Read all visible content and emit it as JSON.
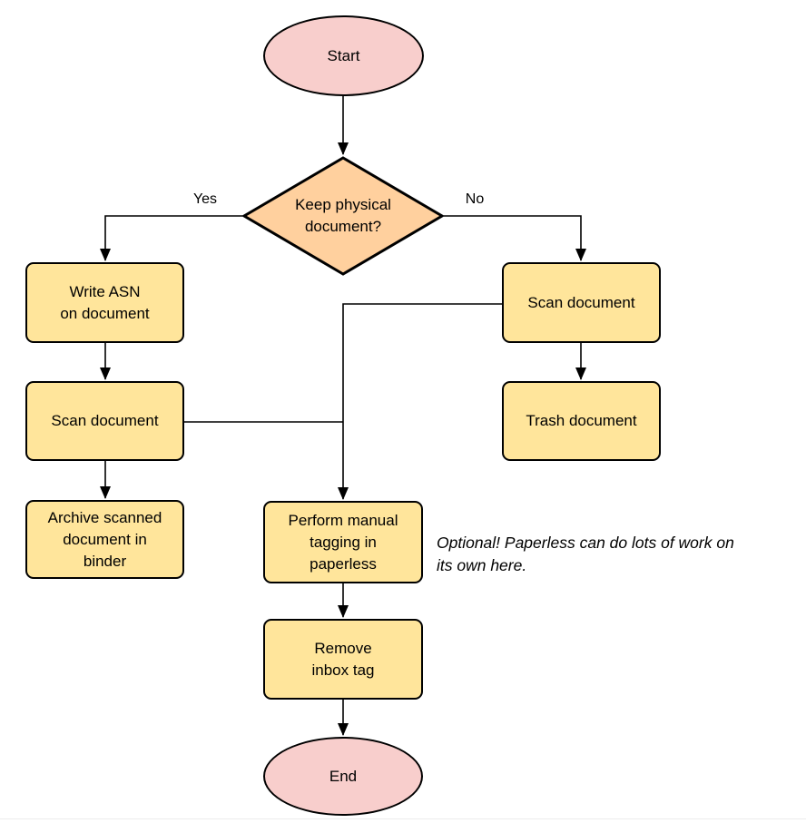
{
  "colors": {
    "terminal_fill": "#f8cecc",
    "decision_fill": "#ffd09e",
    "process_fill": "#ffe59b",
    "stroke": "#000000"
  },
  "nodes": {
    "start": {
      "label": "Start"
    },
    "decision": {
      "line1": "Keep physical",
      "line2": "document?"
    },
    "write_asn": {
      "line1": "Write ASN",
      "line2": "on document"
    },
    "scan_left": {
      "label": "Scan document"
    },
    "archive": {
      "line1": "Archive scanned",
      "line2": "document in",
      "line3": "binder"
    },
    "scan_right": {
      "label": "Scan document"
    },
    "trash": {
      "label": "Trash document"
    },
    "tagging": {
      "line1": "Perform manual",
      "line2": "tagging in",
      "line3": "paperless"
    },
    "remove_inbox": {
      "line1": "Remove",
      "line2": "inbox tag"
    },
    "end": {
      "label": "End"
    }
  },
  "edge_labels": {
    "yes": "Yes",
    "no": "No"
  },
  "note": {
    "line1": "Optional! Paperless can do lots of work on",
    "line2": "its own here."
  }
}
